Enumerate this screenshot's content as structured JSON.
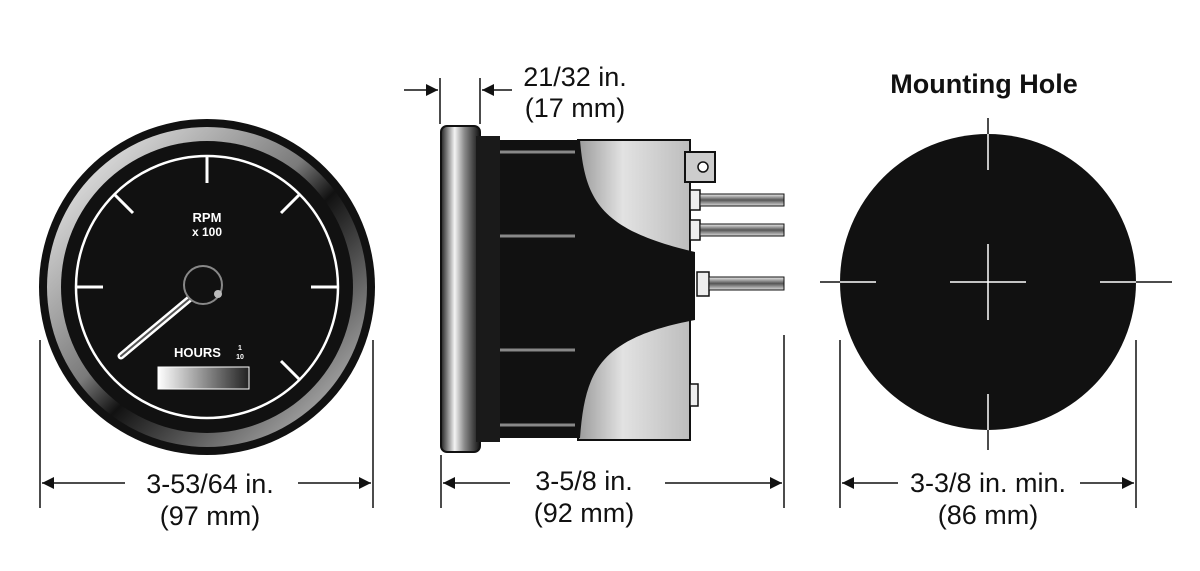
{
  "front_view": {
    "gauge_label_line1": "RPM",
    "gauge_label_line2": "x 100",
    "hours_label": "HOURS",
    "hours_fraction_num": "1",
    "hours_fraction_den": "10",
    "width_imperial": "3-53/64 in.",
    "width_metric": "(97 mm)"
  },
  "side_view": {
    "bezel_imperial": "21/32 in.",
    "bezel_metric": "(17 mm)",
    "depth_imperial": "3-5/8 in.",
    "depth_metric": "(92 mm)"
  },
  "mounting_hole": {
    "title": "Mounting Hole",
    "diameter_imperial": "3-3/8 in. min.",
    "diameter_metric": "(86 mm)"
  },
  "colors": {
    "ink": "#111111",
    "paper": "#ffffff",
    "body_gray": "#c8c8c8"
  }
}
